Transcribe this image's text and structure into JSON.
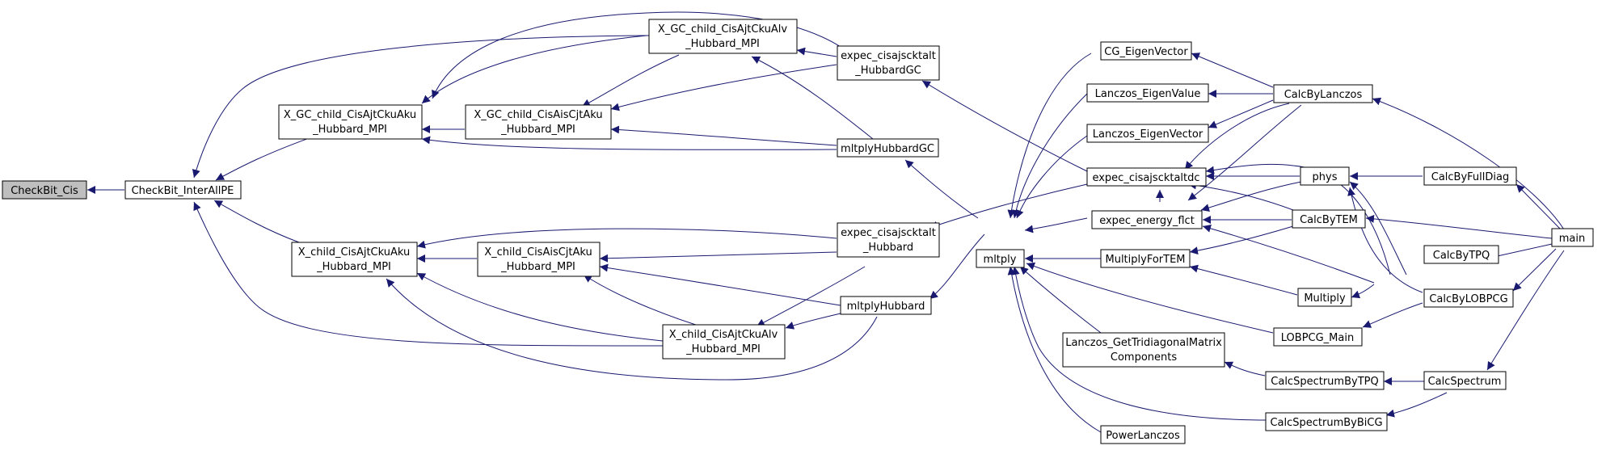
{
  "colors": {
    "edge": "#191970",
    "node_border": "#000000",
    "node_fill": "#ffffff",
    "root_fill": "#bfbfbf"
  },
  "nodes": {
    "checkbit_cis": "CheckBit_Cis",
    "checkbit_interallpe": "CheckBit_InterAllPE",
    "xgc_cisajtckuaku_l1": "X_GC_child_CisAjtCkuAku",
    "xgc_cisajtckuaku_l2": "_Hubbard_MPI",
    "xgc_cisajtckualv_l1": "X_GC_child_CisAjtCkuAlv",
    "xgc_cisajtckualv_l2": "_Hubbard_MPI",
    "xgc_cisaiscjtaku_l1": "X_GC_child_CisAisCjtAku",
    "xgc_cisaiscjtaku_l2": "_Hubbard_MPI",
    "xc_cisajtckuaku_l1": "X_child_CisAjtCkuAku",
    "xc_cisajtckuaku_l2": "_Hubbard_MPI",
    "xc_cisaiscjtaku_l1": "X_child_CisAisCjtAku",
    "xc_cisaiscjtaku_l2": "_Hubbard_MPI",
    "xc_cisajtckualv_l1": "X_child_CisAjtCkuAlv",
    "xc_cisajtckualv_l2": "_Hubbard_MPI",
    "expec_hubbardgc_l1": "expec_cisajscktalt",
    "expec_hubbardgc_l2": "_HubbardGC",
    "expec_hubbard_l1": "expec_cisajscktalt",
    "expec_hubbard_l2": "_Hubbard",
    "mltplyhubbardgc": "mltplyHubbardGC",
    "mltplyhubbard": "mltplyHubbard",
    "mltply": "mltply",
    "cg_eigenvector": "CG_EigenVector",
    "lanczos_eigenvalue": "Lanczos_EigenValue",
    "lanczos_eigenvector": "Lanczos_EigenVector",
    "expec_cisajscktaltdc": "expec_cisajscktaltdc",
    "expec_energy_flct": "expec_energy_flct",
    "multiplyfortem": "MultiplyForTEM",
    "lanczos_gettridiag_l1": "Lanczos_GetTridiagonalMatrix",
    "lanczos_gettridiag_l2": "Components",
    "powerlanczos": "PowerLanczos",
    "calcbylanczos": "CalcByLanczos",
    "phys": "phys",
    "calcbytem": "CalcByTEM",
    "multiply": "Multiply",
    "lobpcg_main": "LOBPCG_Main",
    "calcspectrumbytpq": "CalcSpectrumByTPQ",
    "calcspectrumbybicg": "CalcSpectrumByBiCG",
    "calcbyfulldiag": "CalcByFullDiag",
    "calcbytpq": "CalcByTPQ",
    "calcbylobpcg": "CalcByLOBPCG",
    "calcspectrum": "CalcSpectrum",
    "main": "main"
  }
}
